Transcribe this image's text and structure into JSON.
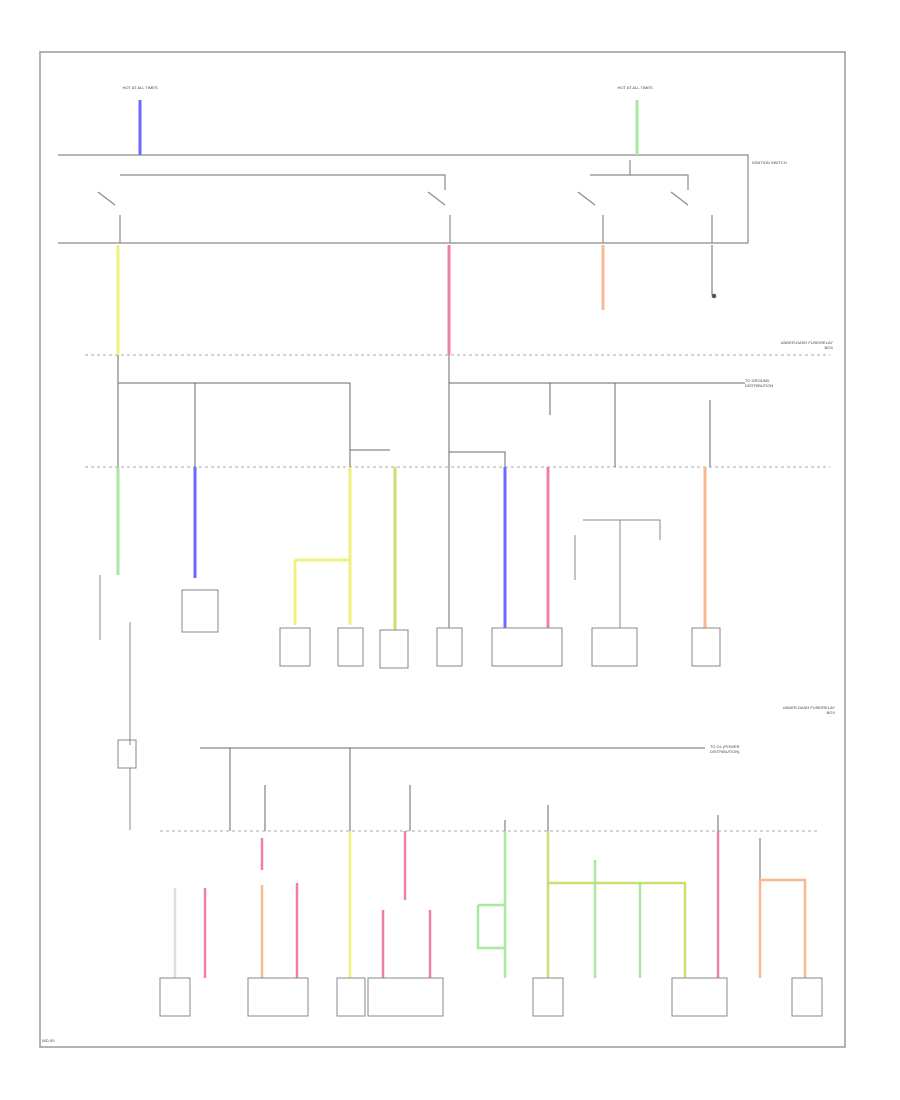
{
  "colors": {
    "frame": "#9a9a9a",
    "wire_black": "#6a6a6a",
    "wire_blue": "#6a6aff",
    "wire_green": "#a8e8a0",
    "wire_yellow": "#f0f080",
    "wire_red": "#f080a0",
    "wire_orange": "#f8b890",
    "wire_yellow_green": "#c8e070"
  },
  "labels": {
    "fuse_top_left": "HOT AT ALL TIMES",
    "fuse_top_right": "HOT AT ALL TIMES",
    "ignition_switch": "IGNITION SWITCH",
    "underdash_box_1": "UNDER-DASH FUSE/RELAY BOX",
    "underdash_box_2": "UNDER-DASH FUSE/RELAY BOX",
    "g_pts": "TO G1 (POWER DISTRIBUTION)",
    "to_ground": "TO GROUND DISTRIBUTION",
    "code_page": "WD-00"
  },
  "icons": {
    "switch": "switch-contact-icon",
    "ground": "ground-symbol-icon",
    "connector": "connector-block-icon"
  }
}
